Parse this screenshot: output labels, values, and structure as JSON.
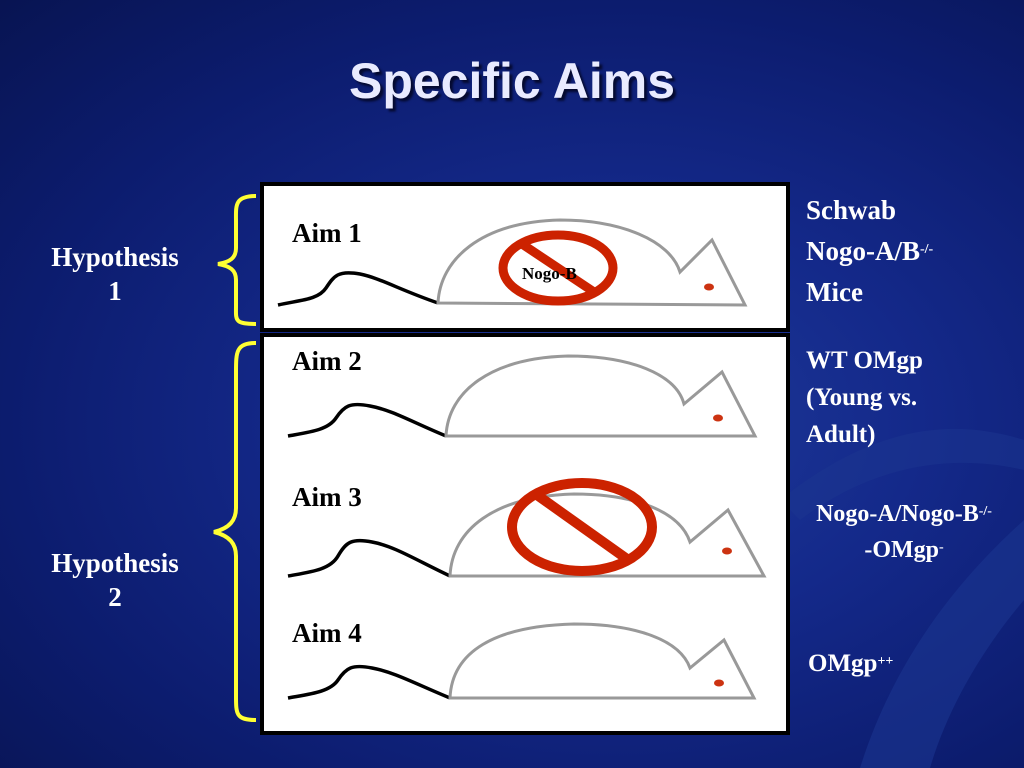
{
  "slide": {
    "title": "Specific Aims"
  },
  "hypotheses": [
    {
      "line1": "Hypothesis",
      "line2": "1"
    },
    {
      "line1": "Hypothesis",
      "line2": "2"
    }
  ],
  "aims": [
    {
      "label": "Aim 1",
      "blocked": true,
      "block_label": "Nogo-B"
    },
    {
      "label": "Aim 2",
      "blocked": false
    },
    {
      "label": "Aim 3",
      "blocked": true
    },
    {
      "label": "Aim 4",
      "blocked": false
    }
  ],
  "mouse_models": [
    {
      "line1": "Schwab",
      "line2_main": "Nogo-A/B",
      "line2_sup": "-/-",
      "line3": "Mice"
    },
    {
      "line1": "WT OMgp",
      "line2": "(Young vs.",
      "line3": "Adult)"
    },
    {
      "line1_main": "Nogo-A/Nogo-B",
      "line1_sup": "-/-",
      "line2_main": "-OMgp",
      "line2_sup": "-"
    },
    {
      "main": "OMgp",
      "sup": "++"
    }
  ],
  "colors": {
    "background": "#14298a",
    "brace": "#ffff33",
    "no_sign": "#cc2200",
    "mouse_outline": "#999999",
    "eye": "#cc3311"
  },
  "icons": [
    "left-brace-icon",
    "mouse-icon",
    "prohibited-sign-icon"
  ]
}
